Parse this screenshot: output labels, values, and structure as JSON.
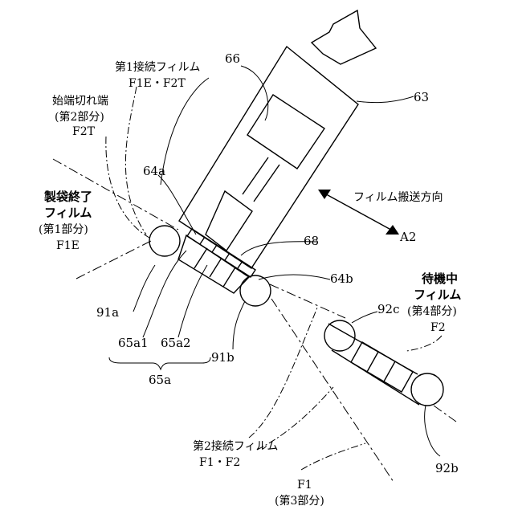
{
  "labels": {
    "first_connection_film_line1": "第1接続フィルム",
    "first_connection_film_line2": "F1E・F2T",
    "start_cut_end_line1": "始端切れ端",
    "start_cut_end_line2": "(第2部分)",
    "start_cut_end_line3": "F2T",
    "bag_end_film_line1": "製袋終了",
    "bag_end_film_line2": "フィルム",
    "bag_end_film_line3": "(第1部分)",
    "bag_end_film_line4": "F1E",
    "standby_film_line1": "待機中",
    "standby_film_line2": "フィルム",
    "standby_film_line3": "(第4部分)",
    "standby_film_line4": "F2",
    "second_connection_film_line1": "第2接続フィルム",
    "second_connection_film_line2": "F1・F2",
    "f1_line1": "F1",
    "f1_line2": "(第3部分)",
    "film_direction": "フィルム搬送方向",
    "a2": "A2"
  },
  "refs": {
    "r66": "66",
    "r63": "63",
    "r64a": "64a",
    "r68": "68",
    "r64b": "64b",
    "r91a": "91a",
    "r65a1": "65a1",
    "r65a2": "65a2",
    "r91b": "91b",
    "r65a": "65a",
    "r92c": "92c",
    "r92b": "92b"
  }
}
